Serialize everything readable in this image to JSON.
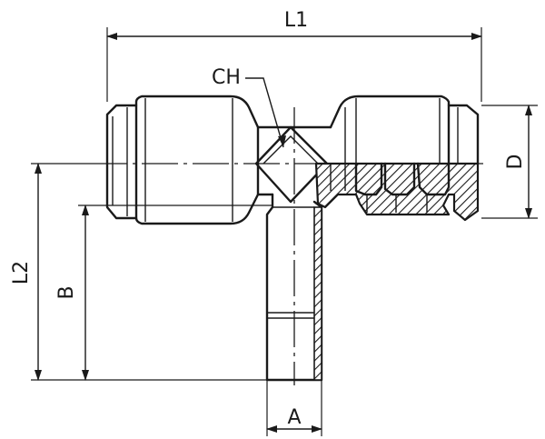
{
  "labels": {
    "l1": "L1",
    "l2": "L2",
    "ch": "CH",
    "d": "D",
    "b": "B",
    "a": "A"
  },
  "colors": {
    "line": "#1a1a1a",
    "background": "#ffffff"
  }
}
